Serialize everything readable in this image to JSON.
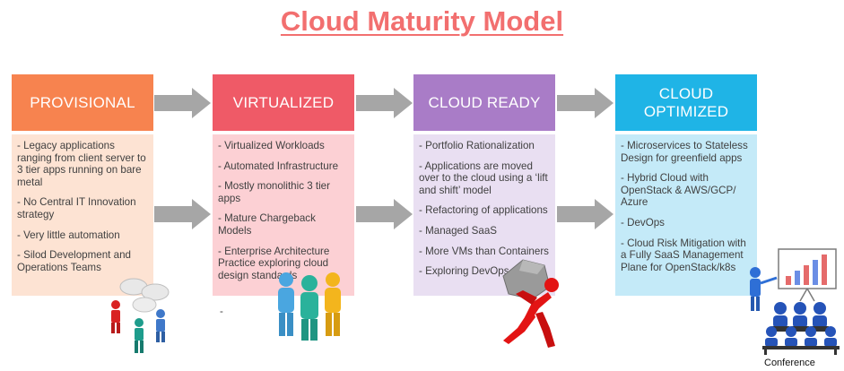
{
  "title": "Cloud Maturity Model",
  "colors": {
    "title": "#f26f6f",
    "provisional": "#f7834f",
    "provisional_panel": "#fde3d3",
    "virtualized": "#ef5a67",
    "virtualized_panel": "#fcd0d4",
    "cloud_ready": "#a97cc7",
    "cloud_ready_panel": "#e9dff2",
    "cloud_optimized": "#1fb4e6",
    "cloud_optimized_panel": "#c4eaf8",
    "arrow": "#a6a6a6"
  },
  "stages": [
    {
      "label": "PROVISIONAL",
      "items": [
        "- Legacy applications ranging from client server to 3 tier apps running on bare metal",
        "- No Central IT Innovation strategy",
        "- Very little automation",
        "- Silod Development and Operations Teams"
      ]
    },
    {
      "label": "VIRTUALIZED",
      "items": [
        "-  Virtualized Workloads",
        "- Automated Infrastructure",
        "- Mostly monolithic 3 tier apps",
        "- Mature Chargeback Models",
        "- Enterprise Architecture Practice exploring cloud design standards",
        "-"
      ]
    },
    {
      "label": "CLOUD READY",
      "items": [
        "- Portfolio Rationalization",
        "- Applications are moved over to the cloud using a ‘lift and shift’ model",
        "- Refactoring of applications",
        "- Managed SaaS",
        "- More VMs than Containers",
        "- Exploring DevOps"
      ]
    },
    {
      "label": "CLOUD OPTIMIZED",
      "items": [
        "- Microservices to Stateless Design for greenfield apps",
        "- Hybrid Cloud with OpenStack & AWS/GCP/ Azure",
        "- DevOps",
        "- Cloud Risk Mitigation with a Fully SaaS Management Plane for OpenStack/k8s"
      ]
    }
  ],
  "figures": {
    "team_chat": "people-chatting-icon",
    "group": "people-group-icon",
    "carrier": "man-carrying-rock-icon",
    "presenter": "presentation-audience-icon"
  },
  "conference_caption": "Conference"
}
